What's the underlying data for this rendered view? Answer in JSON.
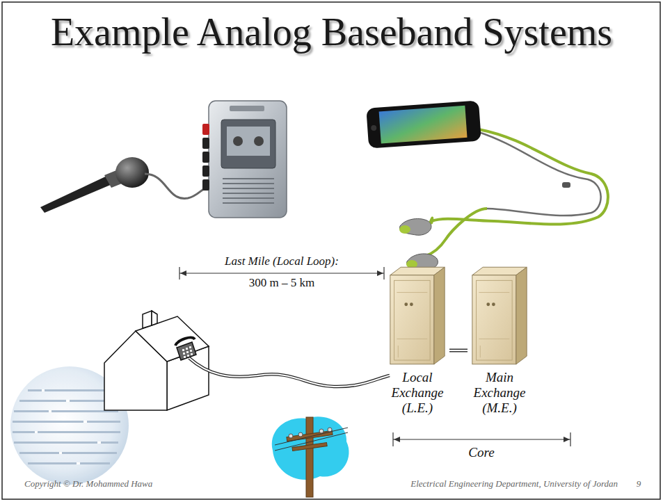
{
  "diagram": {
    "title": "Example Analog Baseband Systems",
    "nodes": [
      {
        "text": [
          "Local Exchange (L.E.)"
        ]
      },
      {
        "text": [
          "Main Exchange (M.E.)"
        ]
      }
    ],
    "edges": [
      {
        "from": 0,
        "to": 1,
        "arrow": "none"
      }
    ],
    "labels": [
      "Last Mile (Local Loop):",
      "300 m – 5 km",
      "Core",
      "Copyright © Dr. Mohammed Hawa",
      "Electrical Engineering Department, University of Jordan",
      "9"
    ]
  }
}
